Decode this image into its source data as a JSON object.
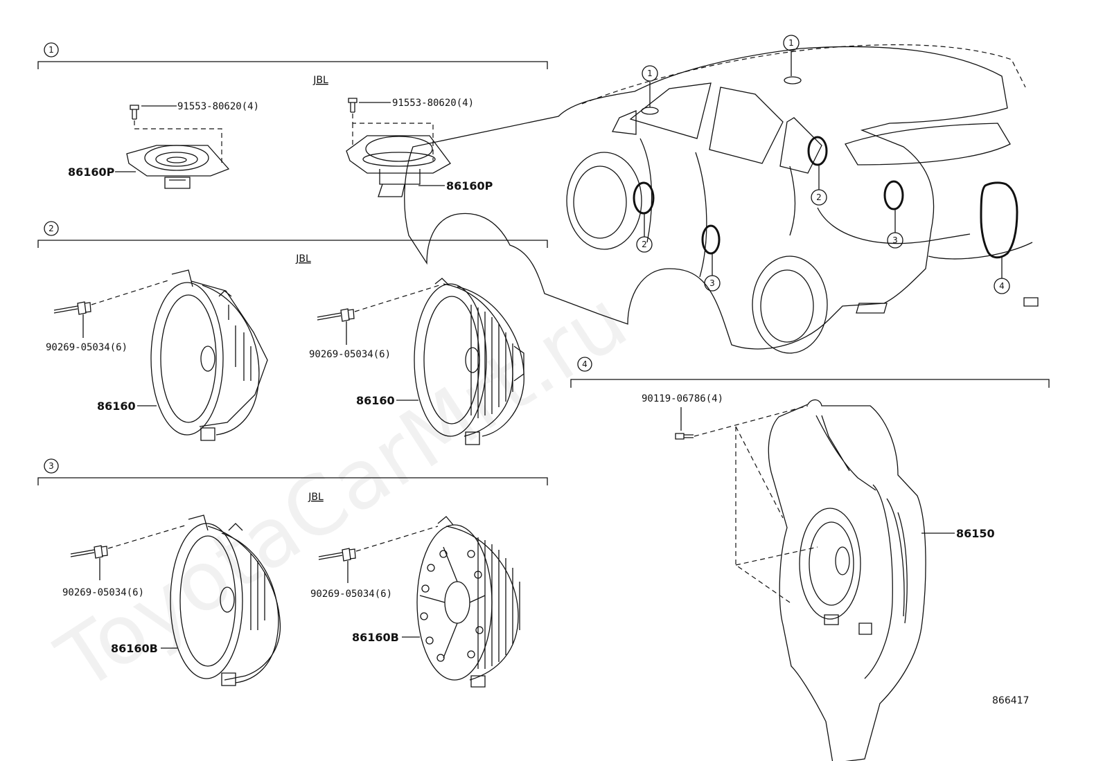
{
  "watermark": "ToyotaCarMrt.ru",
  "reference_number": "866417",
  "sections": [
    {
      "id": "1",
      "brand": "JBL",
      "parts": [
        {
          "screw": "91553-80620(4)",
          "speaker": "86160P"
        },
        {
          "screw": "91553-80620(4)",
          "speaker": "86160P"
        }
      ]
    },
    {
      "id": "2",
      "brand": "JBL",
      "parts": [
        {
          "screw": "90269-05034(6)",
          "speaker": "86160"
        },
        {
          "screw": "90269-05034(6)",
          "speaker": "86160"
        }
      ]
    },
    {
      "id": "3",
      "brand": "JBL",
      "parts": [
        {
          "screw": "90269-05034(6)",
          "speaker": "86160B"
        },
        {
          "screw": "90269-05034(6)",
          "speaker": "86160B"
        }
      ]
    },
    {
      "id": "4",
      "parts": [
        {
          "screw": "90119-06786(4)",
          "speaker": "86150"
        }
      ]
    }
  ],
  "vehicle_callouts": [
    "1",
    "1",
    "2",
    "2",
    "3",
    "3",
    "4"
  ],
  "icons": [
    "bolt-icon",
    "rivet-icon",
    "tweeter-icon",
    "door-speaker-icon",
    "woofer-box-icon",
    "vehicle-icon"
  ]
}
